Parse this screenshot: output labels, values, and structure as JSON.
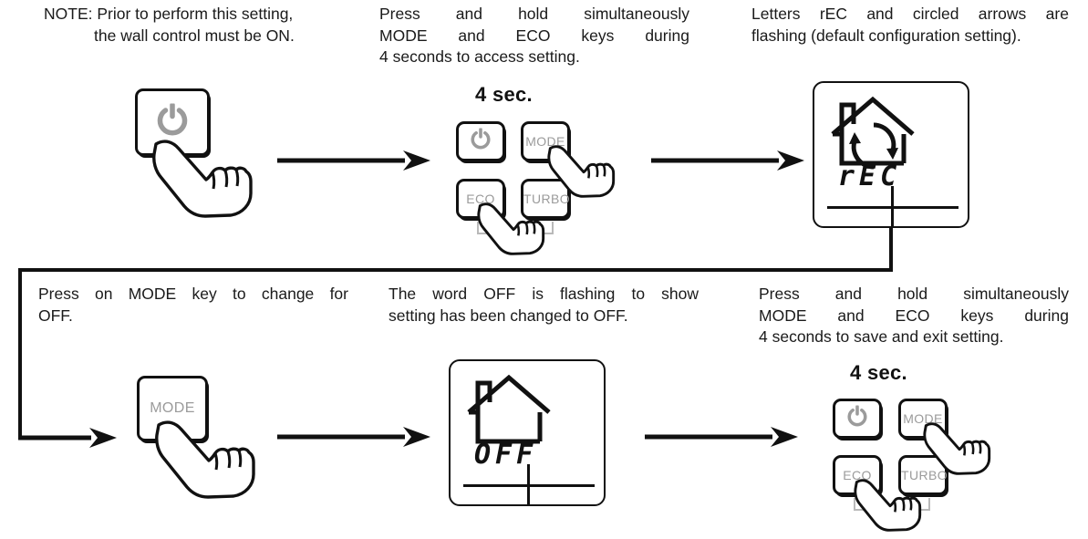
{
  "steps": [
    {
      "id": "step-1",
      "text_lines": [
        "NOTE: Prior to perform this setting,",
        "the wall control must be ON."
      ],
      "note_label": "NOTE:",
      "note_text_line1": "Prior to perform this setting,",
      "note_text_line2": "the wall control must be ON.",
      "key": {
        "name": "power-key",
        "label": "",
        "icon": "power-icon"
      },
      "hand": "pointing-hand-icon"
    },
    {
      "id": "step-2",
      "text_lines": [
        "Press and hold simultaneously",
        "MODE and ECO keys during",
        "4 seconds to access setting."
      ],
      "timer_label": "4 sec.",
      "keys": [
        {
          "name": "power-key",
          "label": "",
          "icon": "power-icon"
        },
        {
          "name": "mode-key",
          "label": "MODE",
          "icon": ""
        },
        {
          "name": "eco-key",
          "label": "ECO",
          "icon": ""
        },
        {
          "name": "turbo-key",
          "label": "TURBO",
          "icon": ""
        }
      ],
      "hands": [
        "pointing-hand-icon",
        "pointing-hand-icon"
      ]
    },
    {
      "id": "step-3",
      "text_lines": [
        "Letters rEC and circled arrows are",
        "flashing (default configuration setting)."
      ],
      "display": {
        "name": "wall-control-display",
        "segment_text": "rEC",
        "house_icon": "house-icon",
        "arrows_icon": "circular-arrows-icon",
        "arrows_visible": true
      }
    },
    {
      "id": "step-4",
      "text_lines": [
        "Press on MODE key to change for",
        "OFF."
      ],
      "key": {
        "name": "mode-key",
        "label": "MODE",
        "icon": ""
      },
      "hand": "pointing-hand-icon"
    },
    {
      "id": "step-5",
      "text_lines": [
        "The word OFF is flashing to show",
        "setting has been changed to OFF."
      ],
      "display": {
        "name": "wall-control-display",
        "segment_text": "OFF",
        "house_icon": "house-icon",
        "arrows_icon": "circular-arrows-icon",
        "arrows_visible": false
      }
    },
    {
      "id": "step-6",
      "text_lines": [
        "Press and hold simultaneously",
        "MODE and ECO keys during",
        "4 seconds to save and exit setting."
      ],
      "timer_label": "4 sec.",
      "keys": [
        {
          "name": "power-key",
          "label": "",
          "icon": "power-icon"
        },
        {
          "name": "mode-key",
          "label": "MODE",
          "icon": ""
        },
        {
          "name": "eco-key",
          "label": "ECO",
          "icon": ""
        },
        {
          "name": "turbo-key",
          "label": "TURBO",
          "icon": ""
        }
      ],
      "hands": [
        "pointing-hand-icon",
        "pointing-hand-icon"
      ]
    }
  ],
  "connectors": [
    {
      "name": "arrow-step1-to-step2",
      "type": "arrow-right"
    },
    {
      "name": "arrow-step2-to-step3",
      "type": "arrow-right"
    },
    {
      "name": "wrap-connector-step3-to-step4",
      "type": "elbow-arrow"
    },
    {
      "name": "arrow-step4-to-step5",
      "type": "arrow-right"
    },
    {
      "name": "arrow-step5-to-step6",
      "type": "arrow-right"
    }
  ],
  "colors": {
    "ink": "#111111",
    "key_label": "#9b9b9b",
    "power_glyph": "#9b9b9b",
    "background": "#ffffff"
  }
}
